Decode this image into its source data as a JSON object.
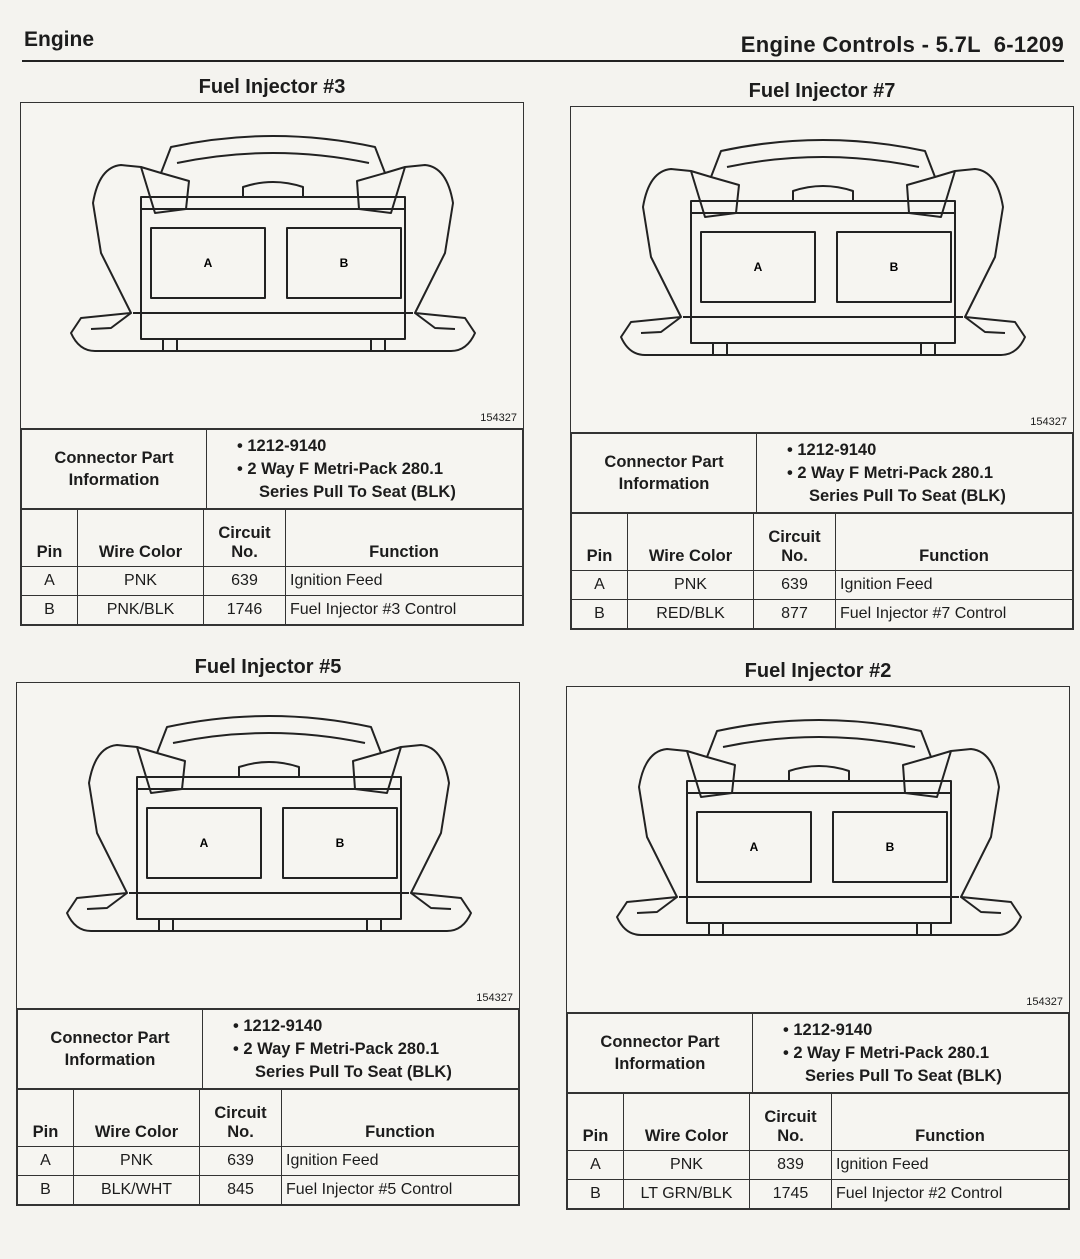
{
  "header": {
    "section": "Engine",
    "title": "Engine Controls - 5.7L",
    "page": "6-1209"
  },
  "panels": [
    {
      "title": "Fuel Injector #3",
      "cavity_a": "A",
      "cavity_b": "B",
      "figure": "154327",
      "connector_label": "Connector Part Information",
      "part_number": "1212-9140",
      "description_1": "2 Way F Metri-Pack 280.1",
      "description_2": "Series Pull To Seat (BLK)",
      "columns": {
        "pin": "Pin",
        "wire": "Wire Color",
        "circuit": "Circuit No.",
        "function": "Function"
      },
      "rows": [
        {
          "pin": "A",
          "wire": "PNK",
          "circuit": "639",
          "function": "Ignition Feed"
        },
        {
          "pin": "B",
          "wire": "PNK/BLK",
          "circuit": "1746",
          "function": "Fuel Injector #3 Control"
        }
      ]
    },
    {
      "title": "Fuel Injector #7",
      "cavity_a": "A",
      "cavity_b": "B",
      "figure": "154327",
      "connector_label": "Connector Part Information",
      "part_number": "1212-9140",
      "description_1": "2 Way F Metri-Pack 280.1",
      "description_2": "Series Pull To Seat (BLK)",
      "columns": {
        "pin": "Pin",
        "wire": "Wire Color",
        "circuit": "Circuit No.",
        "function": "Function"
      },
      "rows": [
        {
          "pin": "A",
          "wire": "PNK",
          "circuit": "639",
          "function": "Ignition Feed"
        },
        {
          "pin": "B",
          "wire": "RED/BLK",
          "circuit": "877",
          "function": "Fuel Injector #7 Control"
        }
      ]
    },
    {
      "title": "Fuel Injector #5",
      "cavity_a": "A",
      "cavity_b": "B",
      "figure": "154327",
      "connector_label": "Connector Part Information",
      "part_number": "1212-9140",
      "description_1": "2 Way F Metri-Pack 280.1",
      "description_2": "Series Pull To Seat (BLK)",
      "columns": {
        "pin": "Pin",
        "wire": "Wire Color",
        "circuit": "Circuit No.",
        "function": "Function"
      },
      "rows": [
        {
          "pin": "A",
          "wire": "PNK",
          "circuit": "639",
          "function": "Ignition Feed"
        },
        {
          "pin": "B",
          "wire": "BLK/WHT",
          "circuit": "845",
          "function": "Fuel Injector #5 Control"
        }
      ]
    },
    {
      "title": "Fuel Injector #2",
      "cavity_a": "A",
      "cavity_b": "B",
      "figure": "154327",
      "connector_label": "Connector Part Information",
      "part_number": "1212-9140",
      "description_1": "2 Way F Metri-Pack 280.1",
      "description_2": "Series Pull To Seat (BLK)",
      "columns": {
        "pin": "Pin",
        "wire": "Wire Color",
        "circuit": "Circuit No.",
        "function": "Function"
      },
      "rows": [
        {
          "pin": "A",
          "wire": "PNK",
          "circuit": "839",
          "function": "Ignition Feed"
        },
        {
          "pin": "B",
          "wire": "LT GRN/BLK",
          "circuit": "1745",
          "function": "Fuel Injector #2 Control"
        }
      ]
    }
  ]
}
